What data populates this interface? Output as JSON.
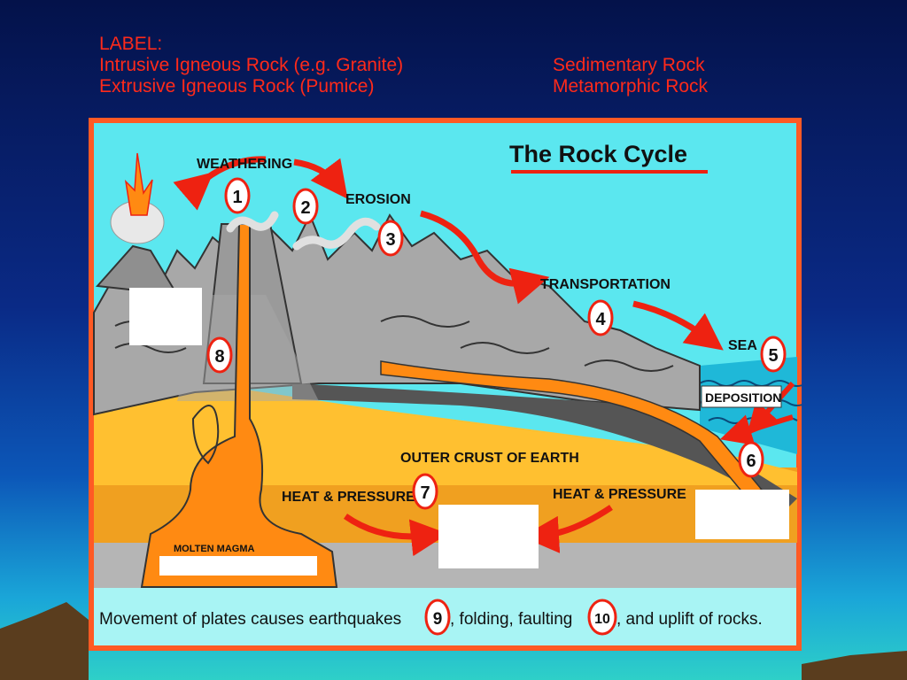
{
  "header": {
    "label_title": "LABEL:",
    "col1": [
      "Intrusive Igneous Rock (e.g. Granite)",
      "Extrusive Igneous Rock (Pumice)"
    ],
    "col2": [
      "Sedimentary Rock",
      "Metamorphic Rock"
    ]
  },
  "diagram": {
    "title": "The Rock Cycle",
    "labels": {
      "weathering": "WEATHERING",
      "erosion": "EROSION",
      "transportation": "TRANSPORTATION",
      "sea": "SEA",
      "deposition": "DEPOSITION",
      "outer_crust": "OUTER CRUST OF EARTH",
      "heat_pressure_left": "HEAT & PRESSURE",
      "heat_pressure_right": "HEAT & PRESSURE",
      "molten_magma": "MOLTEN MAGMA"
    },
    "numbers": [
      "1",
      "2",
      "3",
      "4",
      "5",
      "6",
      "7",
      "8",
      "9",
      "10"
    ],
    "caption_parts": {
      "a": "Movement of plates causes earthquakes",
      "b": ",  folding, faulting",
      "c": ",  and uplift of rocks."
    },
    "colors": {
      "sky": "#5be7ef",
      "rock_gray": "#a8a8a8",
      "dark_rock": "#6e6e6e",
      "magma": "#ff8a12",
      "crust_yellow": "#ffc030",
      "crust_orange": "#f0a020",
      "arrow_red": "#ee2211",
      "frame": "#ff5a24"
    }
  }
}
